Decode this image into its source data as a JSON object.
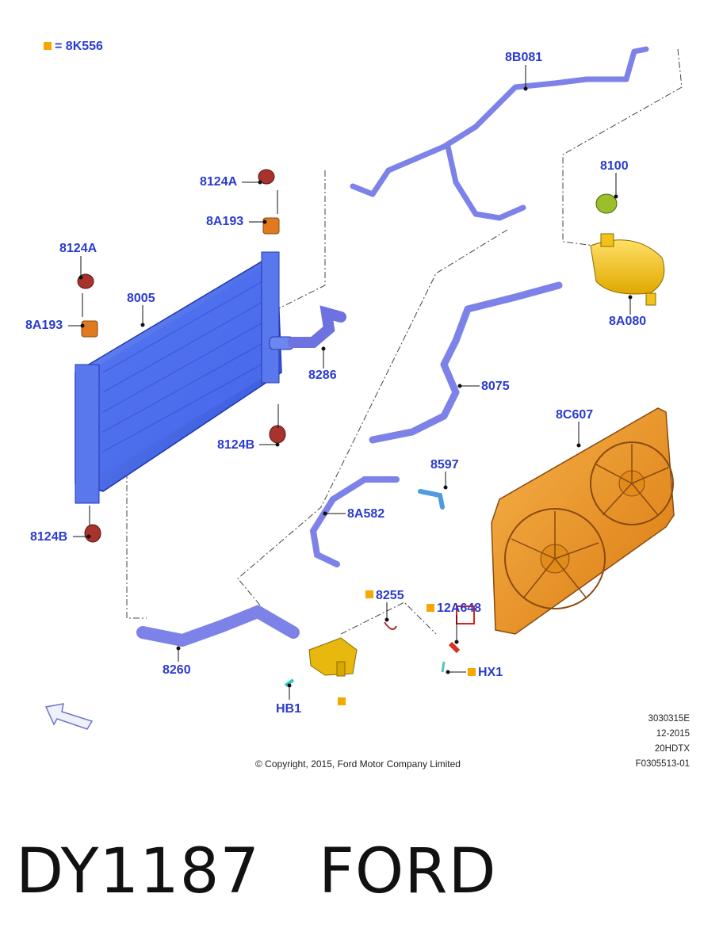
{
  "legend": {
    "text": "= 8K556"
  },
  "parts": {
    "p8b081": "8B081",
    "p8124a_top": "8124A",
    "p8a193_top": "8A193",
    "p8124a_left": "8124A",
    "p8005": "8005",
    "p8a193_left": "8A193",
    "p8100": "8100",
    "p8a080": "8A080",
    "p8286": "8286",
    "p8075": "8075",
    "p8124b_mid": "8124B",
    "p8c607": "8C607",
    "p8597": "8597",
    "p8a582": "8A582",
    "p8124b_bot": "8124B",
    "p8255": "8255",
    "p12a648": "12A648",
    "p8260": "8260",
    "phx1": "HX1",
    "phb1": "HB1"
  },
  "meta": {
    "line1": "3030315E",
    "line2": "12-2015",
    "line3": "20HDTX",
    "line4": "F0305513-01"
  },
  "copyright": "© Copyright, 2015, Ford Motor Company Limited",
  "caption": {
    "part_number": "DY1187",
    "brand": "FORD"
  },
  "colors": {
    "label": "#2a3bd0",
    "radiator": "#3f63e8",
    "hose": "#7d82e8",
    "fan_shroud": "#f39a1a",
    "reservoir": "#f6c21a",
    "mount": "#a8322c",
    "bracket": "#e07a1f",
    "legend_square": "#f5a800"
  }
}
